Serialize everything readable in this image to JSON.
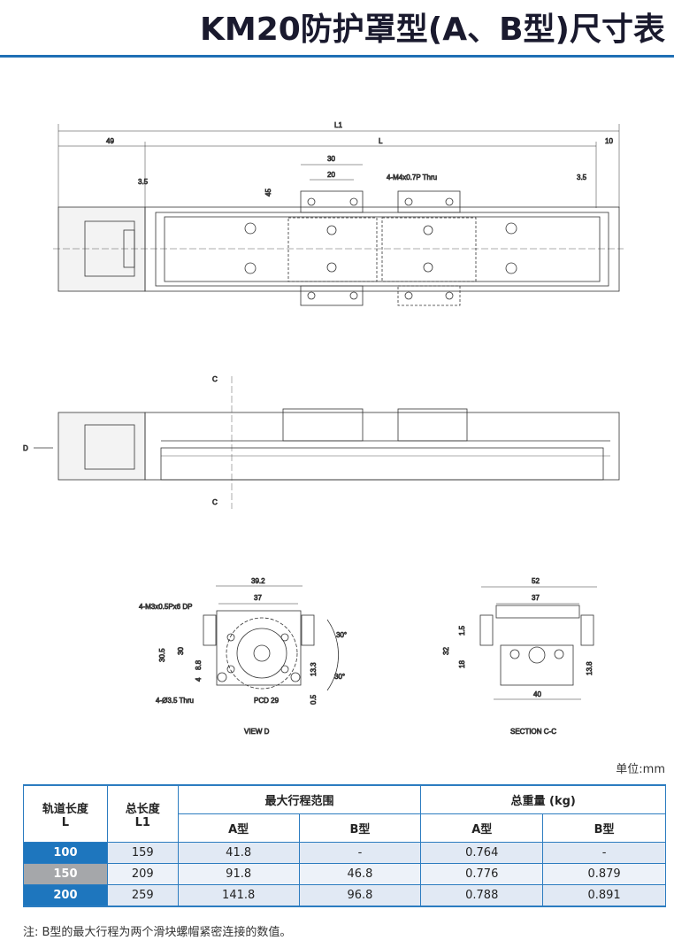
{
  "title": "KM20防护罩型(A、B型)尺寸表",
  "drawing": {
    "top_view": {
      "L1": "L1",
      "L": "L",
      "d49": "49",
      "d10": "10",
      "d30": "30",
      "d20": "20",
      "d3_5a": "3.5",
      "d3_5b": "3.5",
      "d45": "45",
      "thread": "4-M4x0.7P Thru"
    },
    "side_view": {
      "c_top": "C",
      "c_bottom": "C",
      "d": "D"
    },
    "view_d": {
      "d39_2": "39.2",
      "d37": "37",
      "d30_5": "30.5",
      "d30": "30",
      "d8_8": "8.8",
      "d4": "4",
      "d13_3": "13.3",
      "d0_5": "0.5",
      "a30a": "30°",
      "a30b": "30°",
      "tap": "4-M3x0.5Px6 DP",
      "hole": "4-Ø3.5 Thru",
      "pcd": "PCD 29",
      "caption": "VIEW D"
    },
    "section_cc": {
      "d52": "52",
      "d37": "37",
      "d1_5": "1.5",
      "d32": "32",
      "d18": "18",
      "d13_8": "13.8",
      "d40": "40",
      "caption": "SECTION C-C"
    }
  },
  "unit": "单位:mm",
  "table": {
    "h_rail": "轨道长度",
    "h_rail_sub": "L",
    "h_total": "总长度",
    "h_total_sub": "L1",
    "h_stroke": "最大行程范围",
    "h_weight": "总重量 (kg)",
    "h_a1": "A型",
    "h_b1": "B型",
    "h_a2": "A型",
    "h_b2": "B型",
    "rows": [
      [
        "100",
        "159",
        "41.8",
        "-",
        "0.764",
        "-"
      ],
      [
        "150",
        "209",
        "91.8",
        "46.8",
        "0.776",
        "0.879"
      ],
      [
        "200",
        "259",
        "141.8",
        "96.8",
        "0.788",
        "0.891"
      ]
    ]
  },
  "note": "注: B型的最大行程为两个滑块螺帽紧密连接的数值。"
}
